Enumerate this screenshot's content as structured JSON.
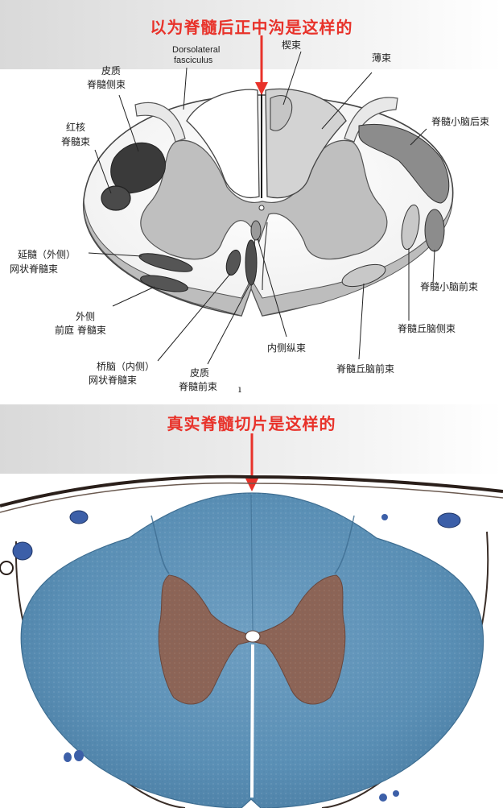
{
  "top_caption": "以为脊髓后正中沟是这样的",
  "bottom_caption": "真实脊髓切片是这样的",
  "labels": {
    "dorsolateral_1": "Dorsolateral",
    "dorsolateral_2": "fasciculus",
    "cuneate": "楔束",
    "gracile": "薄束",
    "corticospinal_lat_1": "皮质",
    "corticospinal_lat_2": "脊髓侧束",
    "rubrospinal_1": "红核",
    "rubrospinal_2": "脊髓束",
    "post_spinocerebellar": "脊髓小脑后束",
    "med_reticulospinal_1": "延髓（外侧）",
    "med_reticulospinal_2": "网状脊髓束",
    "ant_spinocerebellar": "脊髓小脑前束",
    "lat_vestibulospinal_1": "外侧",
    "lat_vestibulospinal_2": "前庭 脊髓束",
    "lat_spinothalamic": "脊髓丘脑侧束",
    "mlf": "内侧纵束",
    "pontine_reticulospinal_1": "桥脑（内侧）",
    "pontine_reticulospinal_2": "网状脊髓束",
    "corticospinal_ant_1": "皮质",
    "corticospinal_ant_2": "脊髓前束",
    "ant_spinothalamic": "脊髓丘脑前束",
    "tick": "ı"
  },
  "colors": {
    "caption_red": "#e8322a",
    "white_matter_stain": "#5a8fb5",
    "grey_matter_stain": "#8c6456"
  }
}
